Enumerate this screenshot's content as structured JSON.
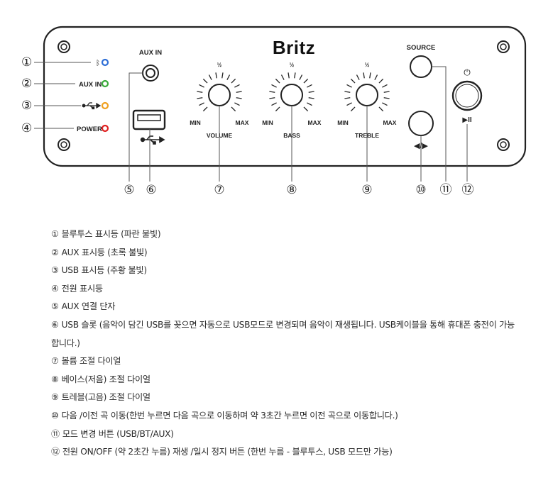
{
  "panel": {
    "brand": "Britz",
    "indicators": [
      {
        "num": "①",
        "label": "",
        "icon": "bluetooth-icon",
        "color": "#2f6fd6"
      },
      {
        "num": "②",
        "label": "AUX IN",
        "icon": "",
        "color": "#3bab3b"
      },
      {
        "num": "③",
        "label": "",
        "icon": "usb-icon",
        "color": "#f0a020"
      },
      {
        "num": "④",
        "label": "POWER",
        "icon": "",
        "color": "#e02020"
      }
    ],
    "aux_in_label": "AUX IN",
    "knobs": [
      {
        "name": "VOLUME",
        "half": "½",
        "min": "MIN",
        "max": "MAX"
      },
      {
        "name": "BASS",
        "half": "½",
        "min": "MIN",
        "max": "MAX"
      },
      {
        "name": "TREBLE",
        "half": "½",
        "min": "MIN",
        "max": "MAX"
      }
    ],
    "source_label": "SOURCE",
    "power_symbol": "⏻",
    "play_pause_symbol": "▶II",
    "prev_next_symbol": "◀/▶",
    "callouts": [
      "⑤",
      "⑥",
      "⑦",
      "⑧",
      "⑨",
      "⑩",
      "⑪",
      "⑫"
    ]
  },
  "descriptions": [
    {
      "num": "①",
      "text": "블루투스 표시등 (파란 불빛)"
    },
    {
      "num": "②",
      "text": "AUX 표시등 (초록 불빛)"
    },
    {
      "num": "③",
      "text": "USB 표시등 (주황 불빛)"
    },
    {
      "num": "④",
      "text": "전원 표시등"
    },
    {
      "num": "⑤",
      "text": "AUX 연결 단자"
    },
    {
      "num": "⑥",
      "text": "USB 슬롯 (음악이 담긴 USB를 꽂으면 자동으로 USB모드로 변경되며 음악이 재생됩니다. USB케이블을 통해 휴대폰 충전이 가능합니다.)"
    },
    {
      "num": "⑦",
      "text": "볼륨 조절 다이얼"
    },
    {
      "num": "⑧",
      "text": "베이스(저음) 조절 다이얼"
    },
    {
      "num": "⑨",
      "text": "트레블(고음) 조절 다이얼"
    },
    {
      "num": "⑩",
      "text": "다음 /이전 곡 이동(한번 누르면 다음 곡으로 이동하며 약 3초간 누르면 이전 곡으로 이동합니다.)"
    },
    {
      "num": "⑪",
      "text": "모드 변경 버튼 (USB/BT/AUX)"
    },
    {
      "num": "⑫",
      "text": "전원 ON/OFF (약 2초간 누름)  재생 /일시 정지 버튼 (한번 누름 - 블루투스, USB 모드만 가능)"
    }
  ]
}
